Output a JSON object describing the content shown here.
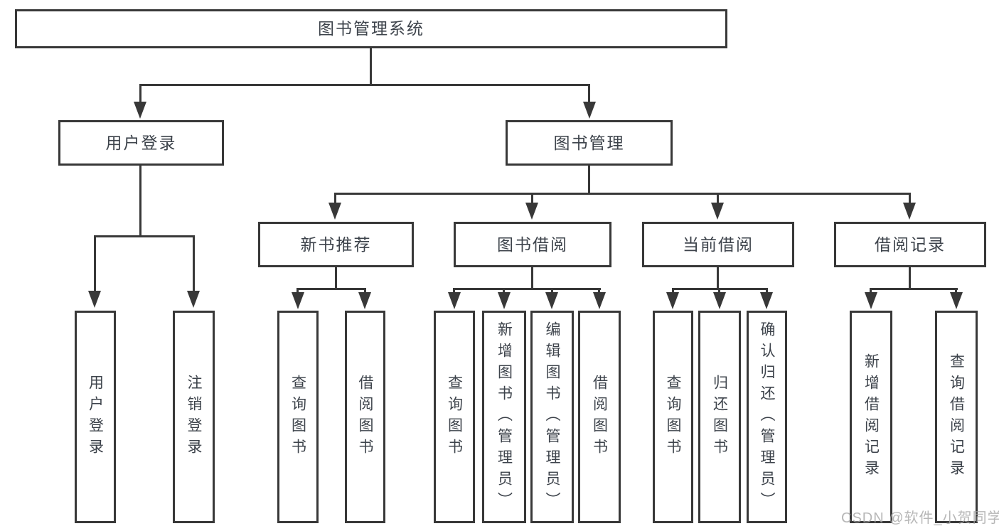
{
  "tree": {
    "root": "图书管理系统",
    "level2": {
      "user_login": "用户登录",
      "book_mgmt": "图书管理"
    },
    "level3": {
      "new_book_rec": "新书推荐",
      "book_borrow": "图书借阅",
      "current_borrow": "当前借阅",
      "borrow_record": "借阅记录"
    },
    "leaves": {
      "user_login": "用户登录",
      "logout": "注销登录",
      "query_book": "查询图书",
      "borrow_book": "借阅图书",
      "add_book_admin": "新增图书（管理员）",
      "edit_book_admin": "编辑图书（管理员）",
      "return_book": "归还图书",
      "confirm_return_admin": "确认归还（管理员）",
      "add_borrow_record": "新增借阅记录",
      "query_borrow_record": "查询借阅记录"
    }
  },
  "watermark": "CSDN @软件_小贺同学",
  "colors": {
    "line": "#383838",
    "text": "#3d434b",
    "watermark": "#a6a6a6"
  }
}
